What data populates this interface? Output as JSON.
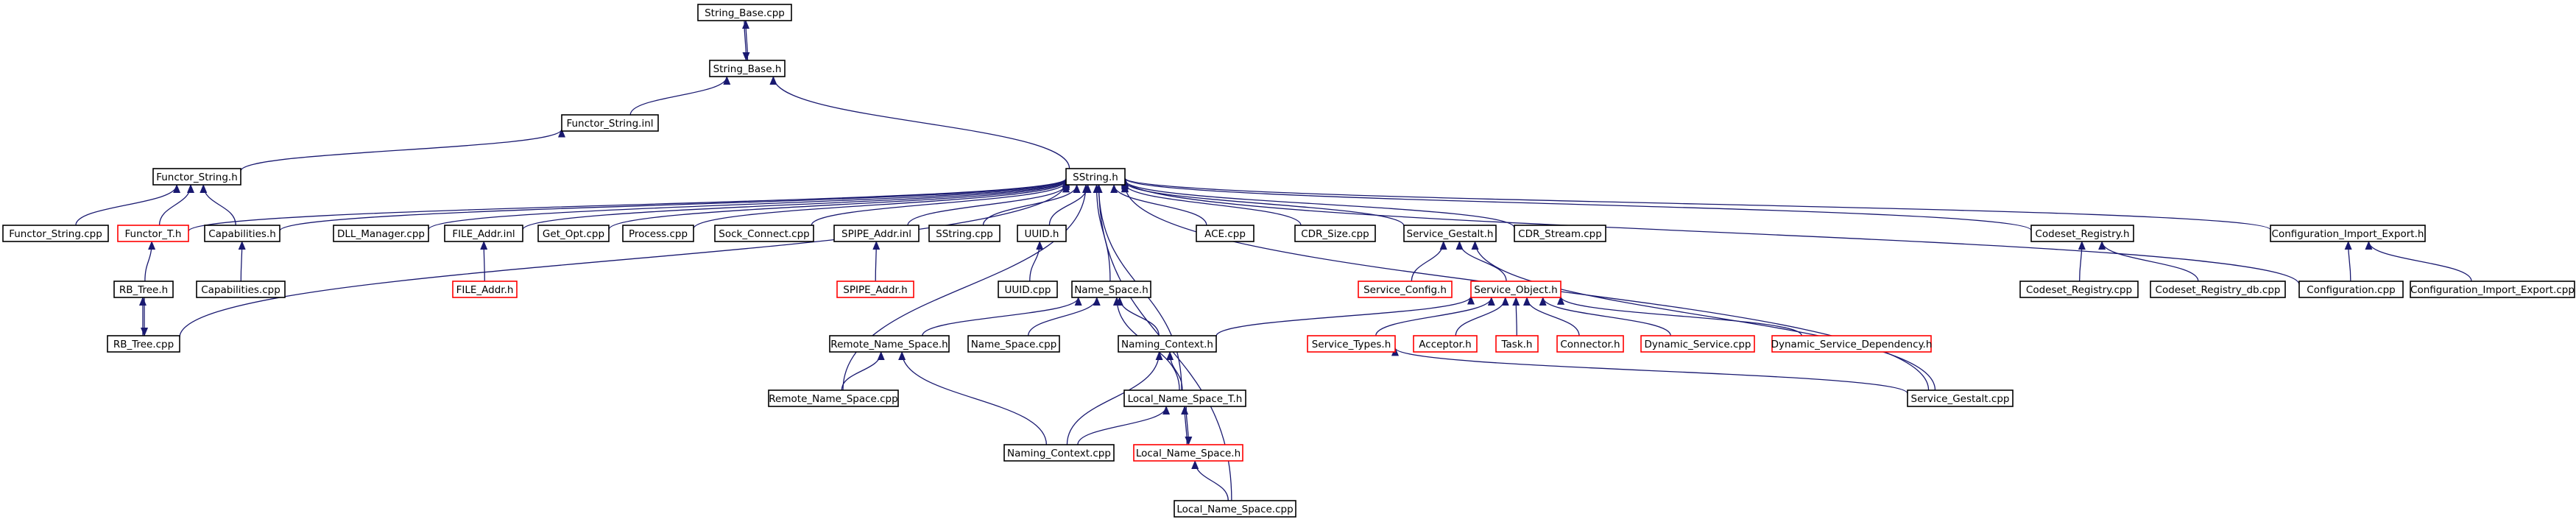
{
  "colors": {
    "edge": "#191970",
    "node_border": "#000000",
    "node_border_incomplete": "#ff0000",
    "node_root_fill": "#bfbfbf"
  },
  "nodes": [
    {
      "id": "string_base_cpp",
      "label": "String_Base.cpp",
      "style": "root"
    },
    {
      "id": "string_base_h",
      "label": "String_Base.h",
      "style": "normal"
    },
    {
      "id": "functor_string_inl",
      "label": "Functor_String.inl",
      "style": "normal"
    },
    {
      "id": "functor_string_h",
      "label": "Functor_String.h",
      "style": "normal"
    },
    {
      "id": "sstring_h",
      "label": "SString.h",
      "style": "normal"
    },
    {
      "id": "functor_string_cpp",
      "label": "Functor_String.cpp",
      "style": "normal"
    },
    {
      "id": "functor_t_h",
      "label": "Functor_T.h",
      "style": "incomplete"
    },
    {
      "id": "capabilities_h",
      "label": "Capabilities.h",
      "style": "normal"
    },
    {
      "id": "dll_manager_cpp",
      "label": "DLL_Manager.cpp",
      "style": "normal"
    },
    {
      "id": "file_addr_inl",
      "label": "FILE_Addr.inl",
      "style": "normal"
    },
    {
      "id": "get_opt_cpp",
      "label": "Get_Opt.cpp",
      "style": "normal"
    },
    {
      "id": "process_cpp",
      "label": "Process.cpp",
      "style": "normal"
    },
    {
      "id": "sock_connect_cpp",
      "label": "Sock_Connect.cpp",
      "style": "normal"
    },
    {
      "id": "spipe_addr_inl",
      "label": "SPIPE_Addr.inl",
      "style": "normal"
    },
    {
      "id": "sstring_cpp",
      "label": "SString.cpp",
      "style": "normal"
    },
    {
      "id": "uuid_h",
      "label": "UUID.h",
      "style": "normal"
    },
    {
      "id": "ace_cpp",
      "label": "ACE.cpp",
      "style": "normal"
    },
    {
      "id": "cdr_size_cpp",
      "label": "CDR_Size.cpp",
      "style": "normal"
    },
    {
      "id": "service_gestalt_h",
      "label": "Service_Gestalt.h",
      "style": "normal"
    },
    {
      "id": "cdr_stream_cpp",
      "label": "CDR_Stream.cpp",
      "style": "normal"
    },
    {
      "id": "codeset_registry_h",
      "label": "Codeset_Registry.h",
      "style": "normal"
    },
    {
      "id": "configuration_import_export_h",
      "label": "Configuration_Import_Export.h",
      "style": "normal"
    },
    {
      "id": "rb_tree_h",
      "label": "RB_Tree.h",
      "style": "normal"
    },
    {
      "id": "capabilities_cpp",
      "label": "Capabilities.cpp",
      "style": "normal"
    },
    {
      "id": "file_addr_h",
      "label": "FILE_Addr.h",
      "style": "incomplete"
    },
    {
      "id": "spipe_addr_h",
      "label": "SPIPE_Addr.h",
      "style": "incomplete"
    },
    {
      "id": "uuid_cpp",
      "label": "UUID.cpp",
      "style": "normal"
    },
    {
      "id": "name_space_h",
      "label": "Name_Space.h",
      "style": "normal"
    },
    {
      "id": "service_config_h",
      "label": "Service_Config.h",
      "style": "incomplete"
    },
    {
      "id": "service_object_h",
      "label": "Service_Object.h",
      "style": "incomplete"
    },
    {
      "id": "codeset_registry_cpp",
      "label": "Codeset_Registry.cpp",
      "style": "normal"
    },
    {
      "id": "codeset_registry_db_cpp",
      "label": "Codeset_Registry_db.cpp",
      "style": "normal"
    },
    {
      "id": "configuration_cpp",
      "label": "Configuration.cpp",
      "style": "normal"
    },
    {
      "id": "configuration_import_export_cpp",
      "label": "Configuration_Import_Export.cpp",
      "style": "normal"
    },
    {
      "id": "rb_tree_cpp",
      "label": "RB_Tree.cpp",
      "style": "normal"
    },
    {
      "id": "remote_name_space_h",
      "label": "Remote_Name_Space.h",
      "style": "normal"
    },
    {
      "id": "name_space_cpp",
      "label": "Name_Space.cpp",
      "style": "normal"
    },
    {
      "id": "naming_context_h",
      "label": "Naming_Context.h",
      "style": "normal"
    },
    {
      "id": "service_types_h",
      "label": "Service_Types.h",
      "style": "incomplete"
    },
    {
      "id": "acceptor_h",
      "label": "Acceptor.h",
      "style": "incomplete"
    },
    {
      "id": "task_h",
      "label": "Task.h",
      "style": "incomplete"
    },
    {
      "id": "connector_h",
      "label": "Connector.h",
      "style": "incomplete"
    },
    {
      "id": "dynamic_service_cpp",
      "label": "Dynamic_Service.cpp",
      "style": "incomplete"
    },
    {
      "id": "dynamic_service_dependency_h",
      "label": "Dynamic_Service_Dependency.h",
      "style": "incomplete"
    },
    {
      "id": "remote_name_space_cpp",
      "label": "Remote_Name_Space.cpp",
      "style": "normal"
    },
    {
      "id": "local_name_space_t_h",
      "label": "Local_Name_Space_T.h",
      "style": "normal"
    },
    {
      "id": "service_gestalt_cpp",
      "label": "Service_Gestalt.cpp",
      "style": "normal"
    },
    {
      "id": "naming_context_cpp",
      "label": "Naming_Context.cpp",
      "style": "normal"
    },
    {
      "id": "local_name_space_h",
      "label": "Local_Name_Space.h",
      "style": "incomplete"
    },
    {
      "id": "local_name_space_cpp",
      "label": "Local_Name_Space.cpp",
      "style": "normal"
    }
  ],
  "edges": [
    {
      "from": "string_base_h",
      "to": "string_base_cpp"
    },
    {
      "from": "string_base_cpp",
      "to": "string_base_h"
    },
    {
      "from": "string_base_h",
      "to": "functor_string_inl"
    },
    {
      "from": "string_base_h",
      "to": "sstring_h"
    },
    {
      "from": "functor_string_inl",
      "to": "functor_string_h"
    },
    {
      "from": "functor_string_h",
      "to": "functor_string_cpp"
    },
    {
      "from": "functor_string_h",
      "to": "functor_t_h"
    },
    {
      "from": "functor_string_h",
      "to": "capabilities_h"
    },
    {
      "from": "sstring_h",
      "to": "functor_t_h"
    },
    {
      "from": "sstring_h",
      "to": "capabilities_h"
    },
    {
      "from": "sstring_h",
      "to": "dll_manager_cpp"
    },
    {
      "from": "sstring_h",
      "to": "file_addr_inl"
    },
    {
      "from": "sstring_h",
      "to": "get_opt_cpp"
    },
    {
      "from": "sstring_h",
      "to": "process_cpp"
    },
    {
      "from": "sstring_h",
      "to": "sock_connect_cpp"
    },
    {
      "from": "sstring_h",
      "to": "spipe_addr_inl"
    },
    {
      "from": "sstring_h",
      "to": "sstring_cpp"
    },
    {
      "from": "sstring_h",
      "to": "uuid_h"
    },
    {
      "from": "sstring_h",
      "to": "ace_cpp"
    },
    {
      "from": "sstring_h",
      "to": "cdr_size_cpp"
    },
    {
      "from": "sstring_h",
      "to": "service_gestalt_h"
    },
    {
      "from": "sstring_h",
      "to": "cdr_stream_cpp"
    },
    {
      "from": "sstring_h",
      "to": "codeset_registry_h"
    },
    {
      "from": "sstring_h",
      "to": "configuration_import_export_h"
    },
    {
      "from": "sstring_h",
      "to": "rb_tree_cpp"
    },
    {
      "from": "sstring_h",
      "to": "name_space_h"
    },
    {
      "from": "sstring_h",
      "to": "remote_name_space_cpp"
    },
    {
      "from": "sstring_h",
      "to": "local_name_space_t_h"
    },
    {
      "from": "sstring_h",
      "to": "local_name_space_cpp"
    },
    {
      "from": "sstring_h",
      "to": "service_gestalt_cpp"
    },
    {
      "from": "sstring_h",
      "to": "configuration_cpp"
    },
    {
      "from": "functor_t_h",
      "to": "rb_tree_h"
    },
    {
      "from": "capabilities_h",
      "to": "capabilities_cpp"
    },
    {
      "from": "file_addr_inl",
      "to": "file_addr_h"
    },
    {
      "from": "spipe_addr_inl",
      "to": "spipe_addr_h"
    },
    {
      "from": "uuid_h",
      "to": "uuid_cpp"
    },
    {
      "from": "service_gestalt_h",
      "to": "service_config_h"
    },
    {
      "from": "service_gestalt_h",
      "to": "service_object_h"
    },
    {
      "from": "service_gestalt_h",
      "to": "service_gestalt_cpp"
    },
    {
      "from": "codeset_registry_h",
      "to": "codeset_registry_cpp"
    },
    {
      "from": "codeset_registry_h",
      "to": "codeset_registry_db_cpp"
    },
    {
      "from": "configuration_import_export_h",
      "to": "configuration_cpp"
    },
    {
      "from": "configuration_import_export_h",
      "to": "configuration_import_export_cpp"
    },
    {
      "from": "rb_tree_h",
      "to": "rb_tree_cpp"
    },
    {
      "from": "rb_tree_cpp",
      "to": "rb_tree_h"
    },
    {
      "from": "name_space_h",
      "to": "remote_name_space_h"
    },
    {
      "from": "name_space_h",
      "to": "name_space_cpp"
    },
    {
      "from": "name_space_h",
      "to": "naming_context_h"
    },
    {
      "from": "name_space_h",
      "to": "local_name_space_t_h"
    },
    {
      "from": "service_object_h",
      "to": "naming_context_h"
    },
    {
      "from": "service_object_h",
      "to": "service_types_h"
    },
    {
      "from": "service_object_h",
      "to": "acceptor_h"
    },
    {
      "from": "service_object_h",
      "to": "task_h"
    },
    {
      "from": "service_object_h",
      "to": "connector_h"
    },
    {
      "from": "service_object_h",
      "to": "dynamic_service_cpp"
    },
    {
      "from": "service_object_h",
      "to": "dynamic_service_dependency_h"
    },
    {
      "from": "remote_name_space_h",
      "to": "remote_name_space_cpp"
    },
    {
      "from": "remote_name_space_h",
      "to": "naming_context_cpp"
    },
    {
      "from": "naming_context_h",
      "to": "local_name_space_t_h"
    },
    {
      "from": "naming_context_h",
      "to": "naming_context_cpp"
    },
    {
      "from": "service_types_h",
      "to": "service_gestalt_cpp"
    },
    {
      "from": "local_name_space_t_h",
      "to": "naming_context_cpp"
    },
    {
      "from": "local_name_space_t_h",
      "to": "local_name_space_h"
    },
    {
      "from": "local_name_space_h",
      "to": "local_name_space_t_h"
    },
    {
      "from": "local_name_space_h",
      "to": "local_name_space_cpp"
    }
  ]
}
